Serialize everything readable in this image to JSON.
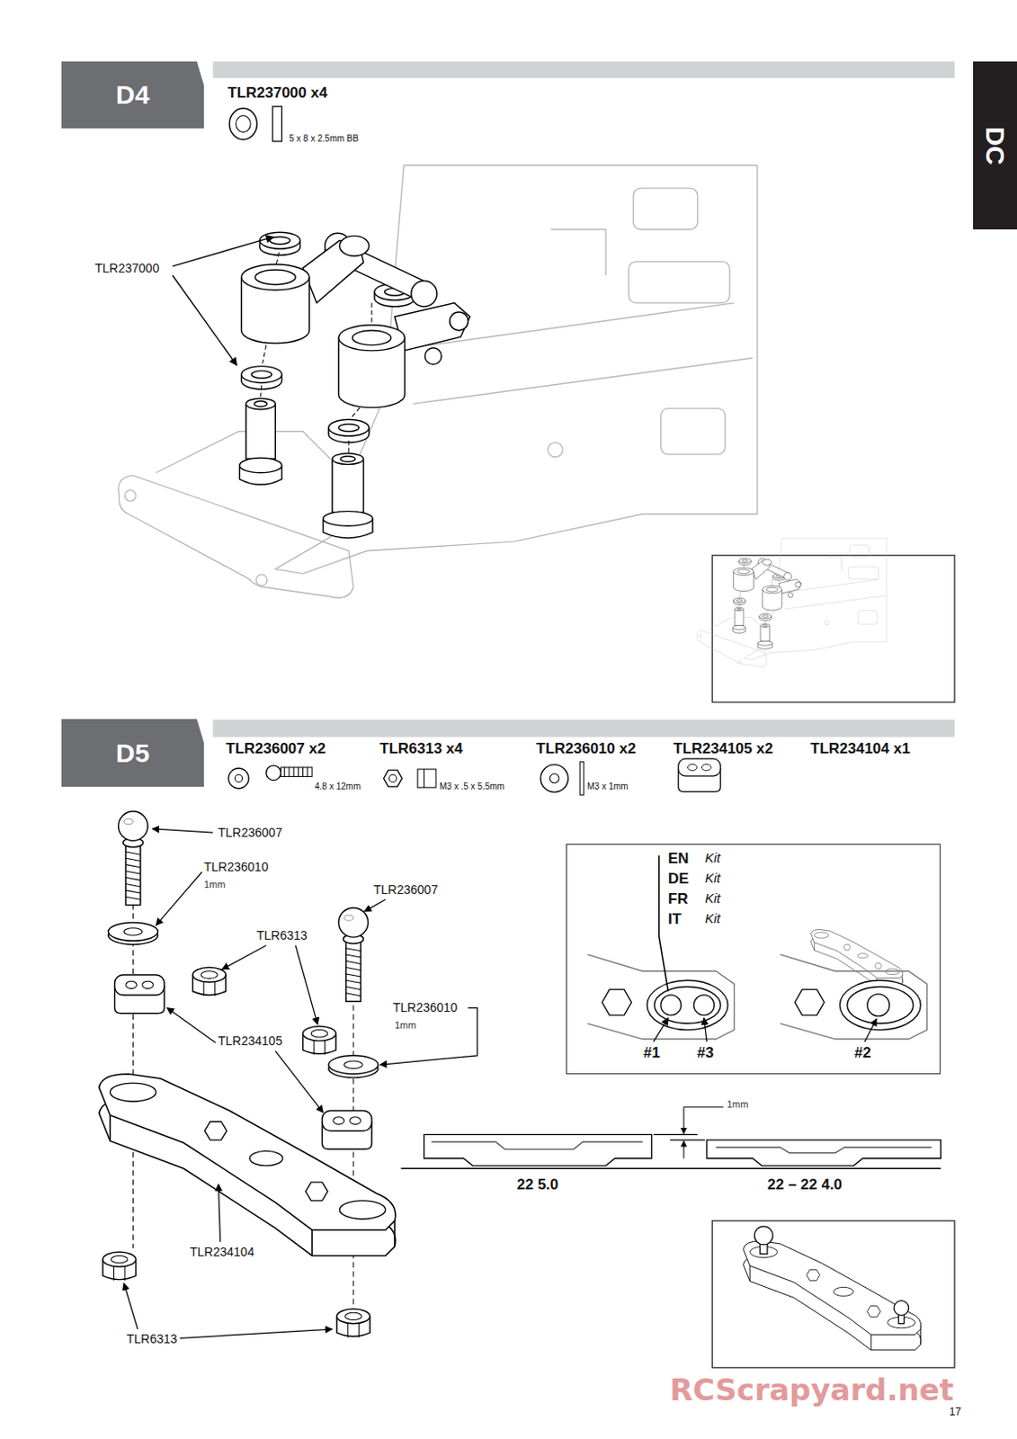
{
  "diagram": {
    "nodes": [
      {
        "text": [
          "D4"
        ]
      },
      {
        "text": [
          "DC"
        ]
      },
      {
        "text": [
          "D5"
        ]
      },
      {
        "text": [
          "EN",
          "Kit",
          "DE",
          "Kit",
          "FR",
          "Kit",
          "IT",
          "Kit"
        ]
      }
    ],
    "labels": [
      "TLR237000 x4",
      "5 x 8 x 2.5mm BB",
      "TLR237000",
      "TLR236007 x2",
      "4.8 x 12mm",
      "TLR6313 x4",
      "M3 x .5 x 5.5mm",
      "TLR236010 x2",
      "M3 x 1mm",
      "TLR234105 x2",
      "TLR234104 x1",
      "TLR236007",
      "TLR236010",
      "1mm",
      "TLR236007",
      "TLR6313",
      "TLR236010",
      "1mm",
      "TLR234105",
      "TLR234104",
      "TLR6313",
      "#1",
      "#3",
      "#2",
      "1mm",
      "22 5.0",
      "22 – 22 4.0",
      "RCScrapyard.net",
      "17"
    ]
  }
}
